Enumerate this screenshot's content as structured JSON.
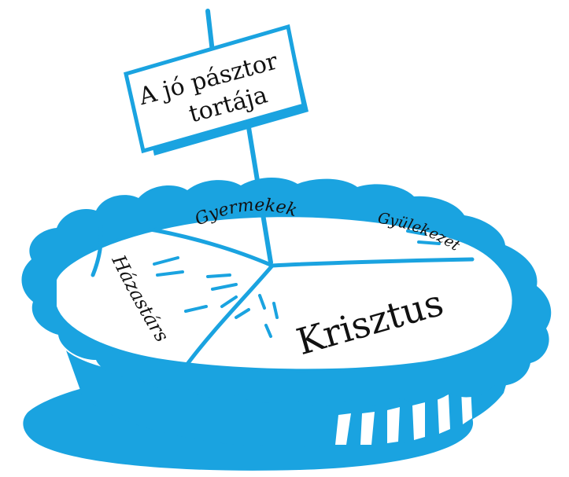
{
  "colors": {
    "blue": "#1aa3e0",
    "ink": "#111111",
    "paper": "#ffffff"
  },
  "sign": {
    "line1": "A jó pásztor",
    "line2": "tortája"
  },
  "slices": {
    "family": "Gyermekek",
    "church": "Gyülekezet",
    "spouse": "Házastárs",
    "christ": "Krisztus"
  }
}
